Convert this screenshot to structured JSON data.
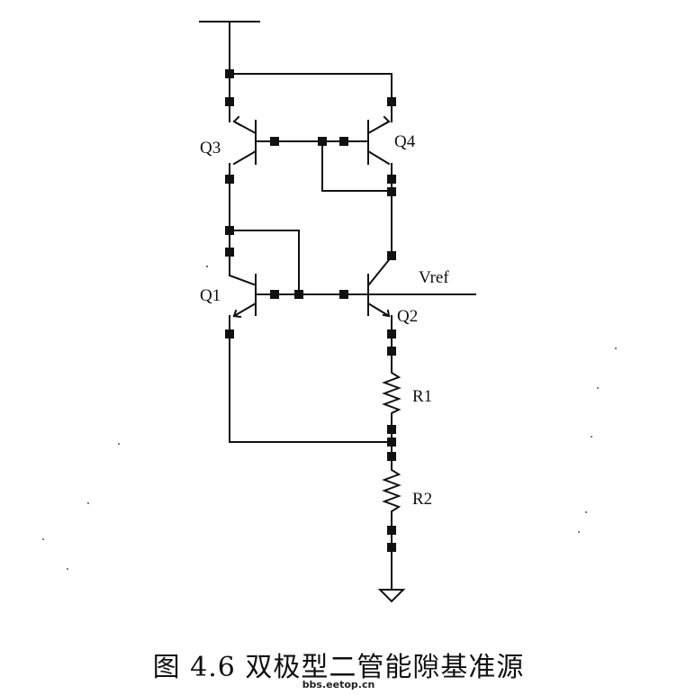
{
  "labels": {
    "q1": "Q1",
    "q2": "Q2",
    "q3": "Q3",
    "q4": "Q4",
    "r1": "R1",
    "r2": "R2",
    "vref": "Vref"
  },
  "caption": "图 4.6  双极型二管能隙基准源",
  "watermark": "bbs.eetop.cn"
}
